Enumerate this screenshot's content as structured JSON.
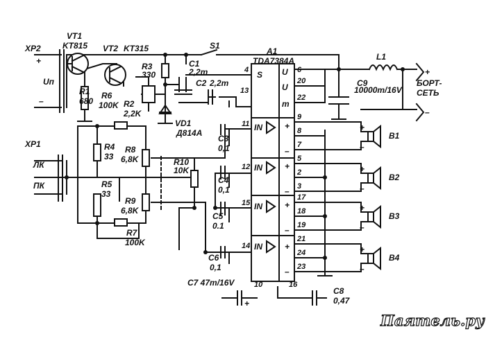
{
  "labels": {
    "xp2": "XP2",
    "vt1": "VT1",
    "vt1_type": "KT815",
    "vt2": "VT2",
    "vt2_type": "KT315",
    "s1": "S1",
    "a1": "A1",
    "chip": "TDA7384A",
    "l1": "L1",
    "c9": "C9",
    "c9_val": "10000m/16V",
    "bort_1": "БОРТ-",
    "bort_2": "СЕТЬ",
    "un": "Uп",
    "r1": "R1",
    "r1_val": "680",
    "r6": "R6",
    "r6_val": "100K",
    "r2": "R2",
    "r2_val": "2,2K",
    "r3": "R3",
    "r3_val": "330",
    "c1": "C1",
    "c1_val": "2,2m",
    "c2": "C2",
    "c2_val": "2,2m",
    "vd1": "VD1",
    "vd1_type": "Д814А",
    "xp1": "XP1",
    "lk": "ЛК",
    "pk": "ПК",
    "r4": "R4",
    "r4_val": "33",
    "r5": "R5",
    "r5_val": "33",
    "r8": "R8",
    "r8_val": "6,8K",
    "r9": "R9",
    "r9_val": "6,8K",
    "r10": "R10",
    "r10_val": "10K",
    "r7": "R7",
    "r7_val": "100K",
    "c3": "C3",
    "c3_val": "0,1",
    "c4": "C4",
    "c4_val": "0,1",
    "c5": "C5",
    "c5_val": "0.1",
    "c6": "C6",
    "c6_val": "0,1",
    "c7": "C7 47m/16V",
    "c8": "C8",
    "c8_val": "0,47",
    "b1": "B1",
    "b2": "B2",
    "b3": "B3",
    "b4": "B4",
    "plus": "+",
    "minus": "–",
    "s_pin": "S",
    "u": "U",
    "m": "m",
    "in": "IN",
    "watermark": "Паятель.ру"
  },
  "pins": {
    "p4": "4",
    "p6": "6",
    "p20": "20",
    "p22": "22",
    "p13": "13",
    "p11": "11",
    "p12": "12",
    "p15": "15",
    "p14": "14",
    "p9": "9",
    "p8": "8",
    "p7": "7",
    "p5": "5",
    "p2": "2",
    "p3": "3",
    "p17": "17",
    "p18": "18",
    "p19": "19",
    "p21": "21",
    "p24": "24",
    "p23": "23",
    "p10": "10",
    "p16": "16"
  }
}
